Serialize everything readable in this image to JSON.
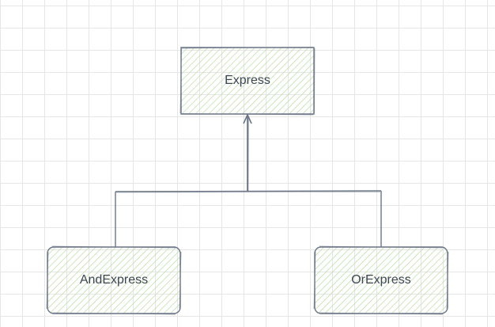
{
  "diagram": {
    "nodes": {
      "parent": {
        "label": "Express"
      },
      "left_child": {
        "label": "AndExpress"
      },
      "right_child": {
        "label": "OrExpress"
      }
    },
    "edges": [
      {
        "from": "AndExpress",
        "to": "Express",
        "type": "inheritance"
      },
      {
        "from": "OrExpress",
        "to": "Express",
        "type": "inheritance"
      }
    ],
    "colors": {
      "stroke": "#6b7585",
      "hatch": "#b9dca4",
      "grid": "#e6e6e6"
    }
  }
}
